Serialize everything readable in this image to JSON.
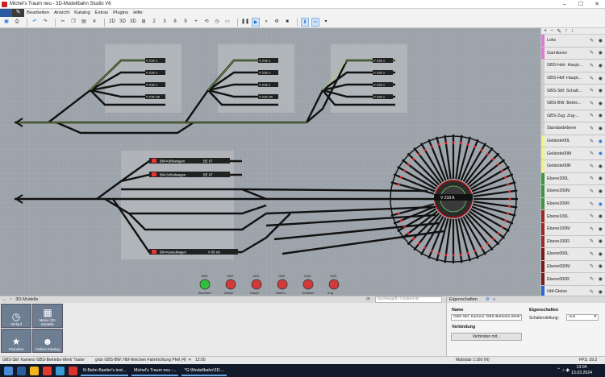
{
  "window": {
    "title": "Michel's Traum neu - 3D-Modellbahn Studio V6"
  },
  "menu": [
    "Bearbeiten",
    "Ansicht",
    "Katalog",
    "Extras",
    "Plugins",
    "Hilfe"
  ],
  "toolbar": {
    "view_2d": "2D",
    "view_3d": "3D",
    "view_3d2": "3D",
    "nums": [
      "2",
      "3",
      "8",
      "9",
      "+"
    ]
  },
  "canvas": {
    "labels_top": [
      "V 218 u",
      "V 218 u",
      "V 218 u",
      "V 218 u/h",
      "V 218 u",
      "V 218 u",
      "V 218 u",
      "V 218 u/h",
      "V 218 u",
      "V 218 u",
      "V 218 u",
      "V 218 u"
    ],
    "bottom": {
      "row1": "BW-Kohlewagen",
      "row1_val": "BE 97",
      "row2": "BW-Schüttwagen",
      "row2_val": "BE 97",
      "row3": "BW-Kesselwagen",
      "row3_val": "V 60 rot"
    },
    "turntable_label": "V 218 A",
    "signals": [
      {
        "name": "GBS",
        "sub": "Bereitstn"
      },
      {
        "name": "GBS",
        "sub": "Ablauf"
      },
      {
        "name": "GBS",
        "sub": "Haupt"
      },
      {
        "name": "GBS",
        "sub": "Neben"
      },
      {
        "name": "GBS",
        "sub": "Schaltun"
      },
      {
        "name": "GBS",
        "sub": "Zug"
      }
    ]
  },
  "layers": [
    {
      "name": "Loks",
      "color": "#e07ad8",
      "eye": false
    },
    {
      "name": "Garnituren",
      "color": "#e07ad8",
      "eye": false
    },
    {
      "name": "GBS-Hstr: Haupt...",
      "color": "#cfcfcf",
      "eye": false
    },
    {
      "name": "GBS-Hbf: Haupt...",
      "color": "#cfcfcf",
      "eye": false
    },
    {
      "name": "GBS-Sbf: Schatt...",
      "color": "#cfcfcf",
      "eye": false
    },
    {
      "name": "GBS-BW: Betrie...",
      "color": "#cfcfcf",
      "eye": false
    },
    {
      "name": "GBS-Zug: Zug-...",
      "color": "#cfcfcf",
      "eye": false
    },
    {
      "name": "Standardebene",
      "color": "#cfcfcf",
      "eye": false
    },
    {
      "name": "Gelände00L",
      "color": "#f0f28a",
      "eye": true
    },
    {
      "name": "Gelände00M",
      "color": "#f0f28a",
      "eye": true
    },
    {
      "name": "Gelände00R",
      "color": "#f0f28a",
      "eye": false
    },
    {
      "name": "Ebene200L",
      "color": "#3a9a3a",
      "eye": false
    },
    {
      "name": "Ebene200M",
      "color": "#3a9a3a",
      "eye": false
    },
    {
      "name": "Ebene200R",
      "color": "#3a9a3a",
      "eye": true
    },
    {
      "name": "Ebene100L",
      "color": "#9a2a2a",
      "eye": false
    },
    {
      "name": "Ebene100M",
      "color": "#9a2a2a",
      "eye": false
    },
    {
      "name": "Ebene100R",
      "color": "#9a2a2a",
      "eye": false
    },
    {
      "name": "Ebene000L",
      "color": "#7a1a1a",
      "eye": false
    },
    {
      "name": "Ebene000M",
      "color": "#7a1a1a",
      "eye": false
    },
    {
      "name": "Ebene000R",
      "color": "#7a1a1a",
      "eye": false
    },
    {
      "name": "Hbf-Gleise",
      "color": "#2a6ad0",
      "eye": false
    }
  ],
  "models_panel": {
    "title": "3D-Modelle",
    "search_placeholder": "Suchbegriff / Content-ID",
    "tiles": [
      {
        "label": "Verlauf",
        "icon": "clock-icon"
      },
      {
        "label": "Meine 3D-Modelle",
        "icon": "grid-icon"
      },
      {
        "label": "Favoriten",
        "icon": "star-icon"
      },
      {
        "label": "Online-Katalog",
        "icon": "people-icon"
      }
    ]
  },
  "properties": {
    "title": "Eigenschaften",
    "name_label": "Name",
    "name_value": "GBS-Sbf: Kamera 'GBS-Betriebs-Werk' T...",
    "props_label": "Eigenschaften",
    "switch_label": "Schalterstellung:",
    "switch_value": "Aus",
    "connection_label": "Verbindung",
    "connect_button": "Verbinden mit..."
  },
  "status": {
    "left": "GBS-Sbf: Kamera 'GBS-Betriebs-Werk' Taster",
    "middle": "grün  GBS-BW: Hbf-Weichen Fahrtrichtung Pfeil (4)",
    "time": "12:00",
    "scale": "Maßstab 1:160 (N)",
    "fps": "FPS: 39,2"
  },
  "taskbar": {
    "tasks": [
      "N-Bahn-Bastler's test...",
      "Michel's Traum neu -...",
      "*G:\\Modellbahn\\3D-..."
    ],
    "clock_time": "13:04",
    "clock_date": "13.03.2024"
  }
}
